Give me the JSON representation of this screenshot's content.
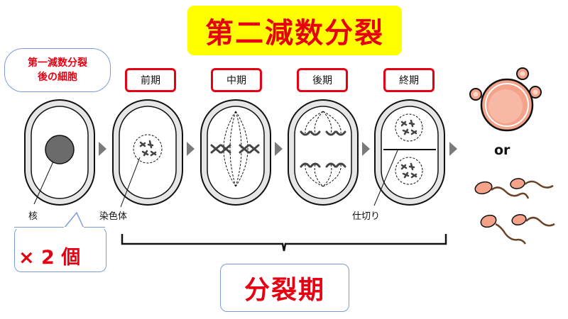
{
  "title": "第二減数分裂",
  "callout": {
    "line1": "第一減数分裂",
    "line2": "後の細胞"
  },
  "phases": [
    "前期",
    "中期",
    "後期",
    "終期"
  ],
  "labels": {
    "nucleus": "核",
    "chromosome": "染色体",
    "partition": "仕切り",
    "or": "or",
    "times_two": "× 2 個",
    "division_phase": "分裂期"
  },
  "colors": {
    "title_text": "#e60012",
    "title_bg": "#ffff00",
    "phase_border": "#e60012",
    "callout_border": "#7f9bd6",
    "cell_fill": "#e6e6e6",
    "nucleus_fill": "#6b6b6b",
    "egg_fill": "#f4a38a",
    "arrow": "#7a7a7a"
  },
  "icons": [
    "egg-cell-icon",
    "sperm-cell-icon",
    "arrow-right-icon"
  ]
}
